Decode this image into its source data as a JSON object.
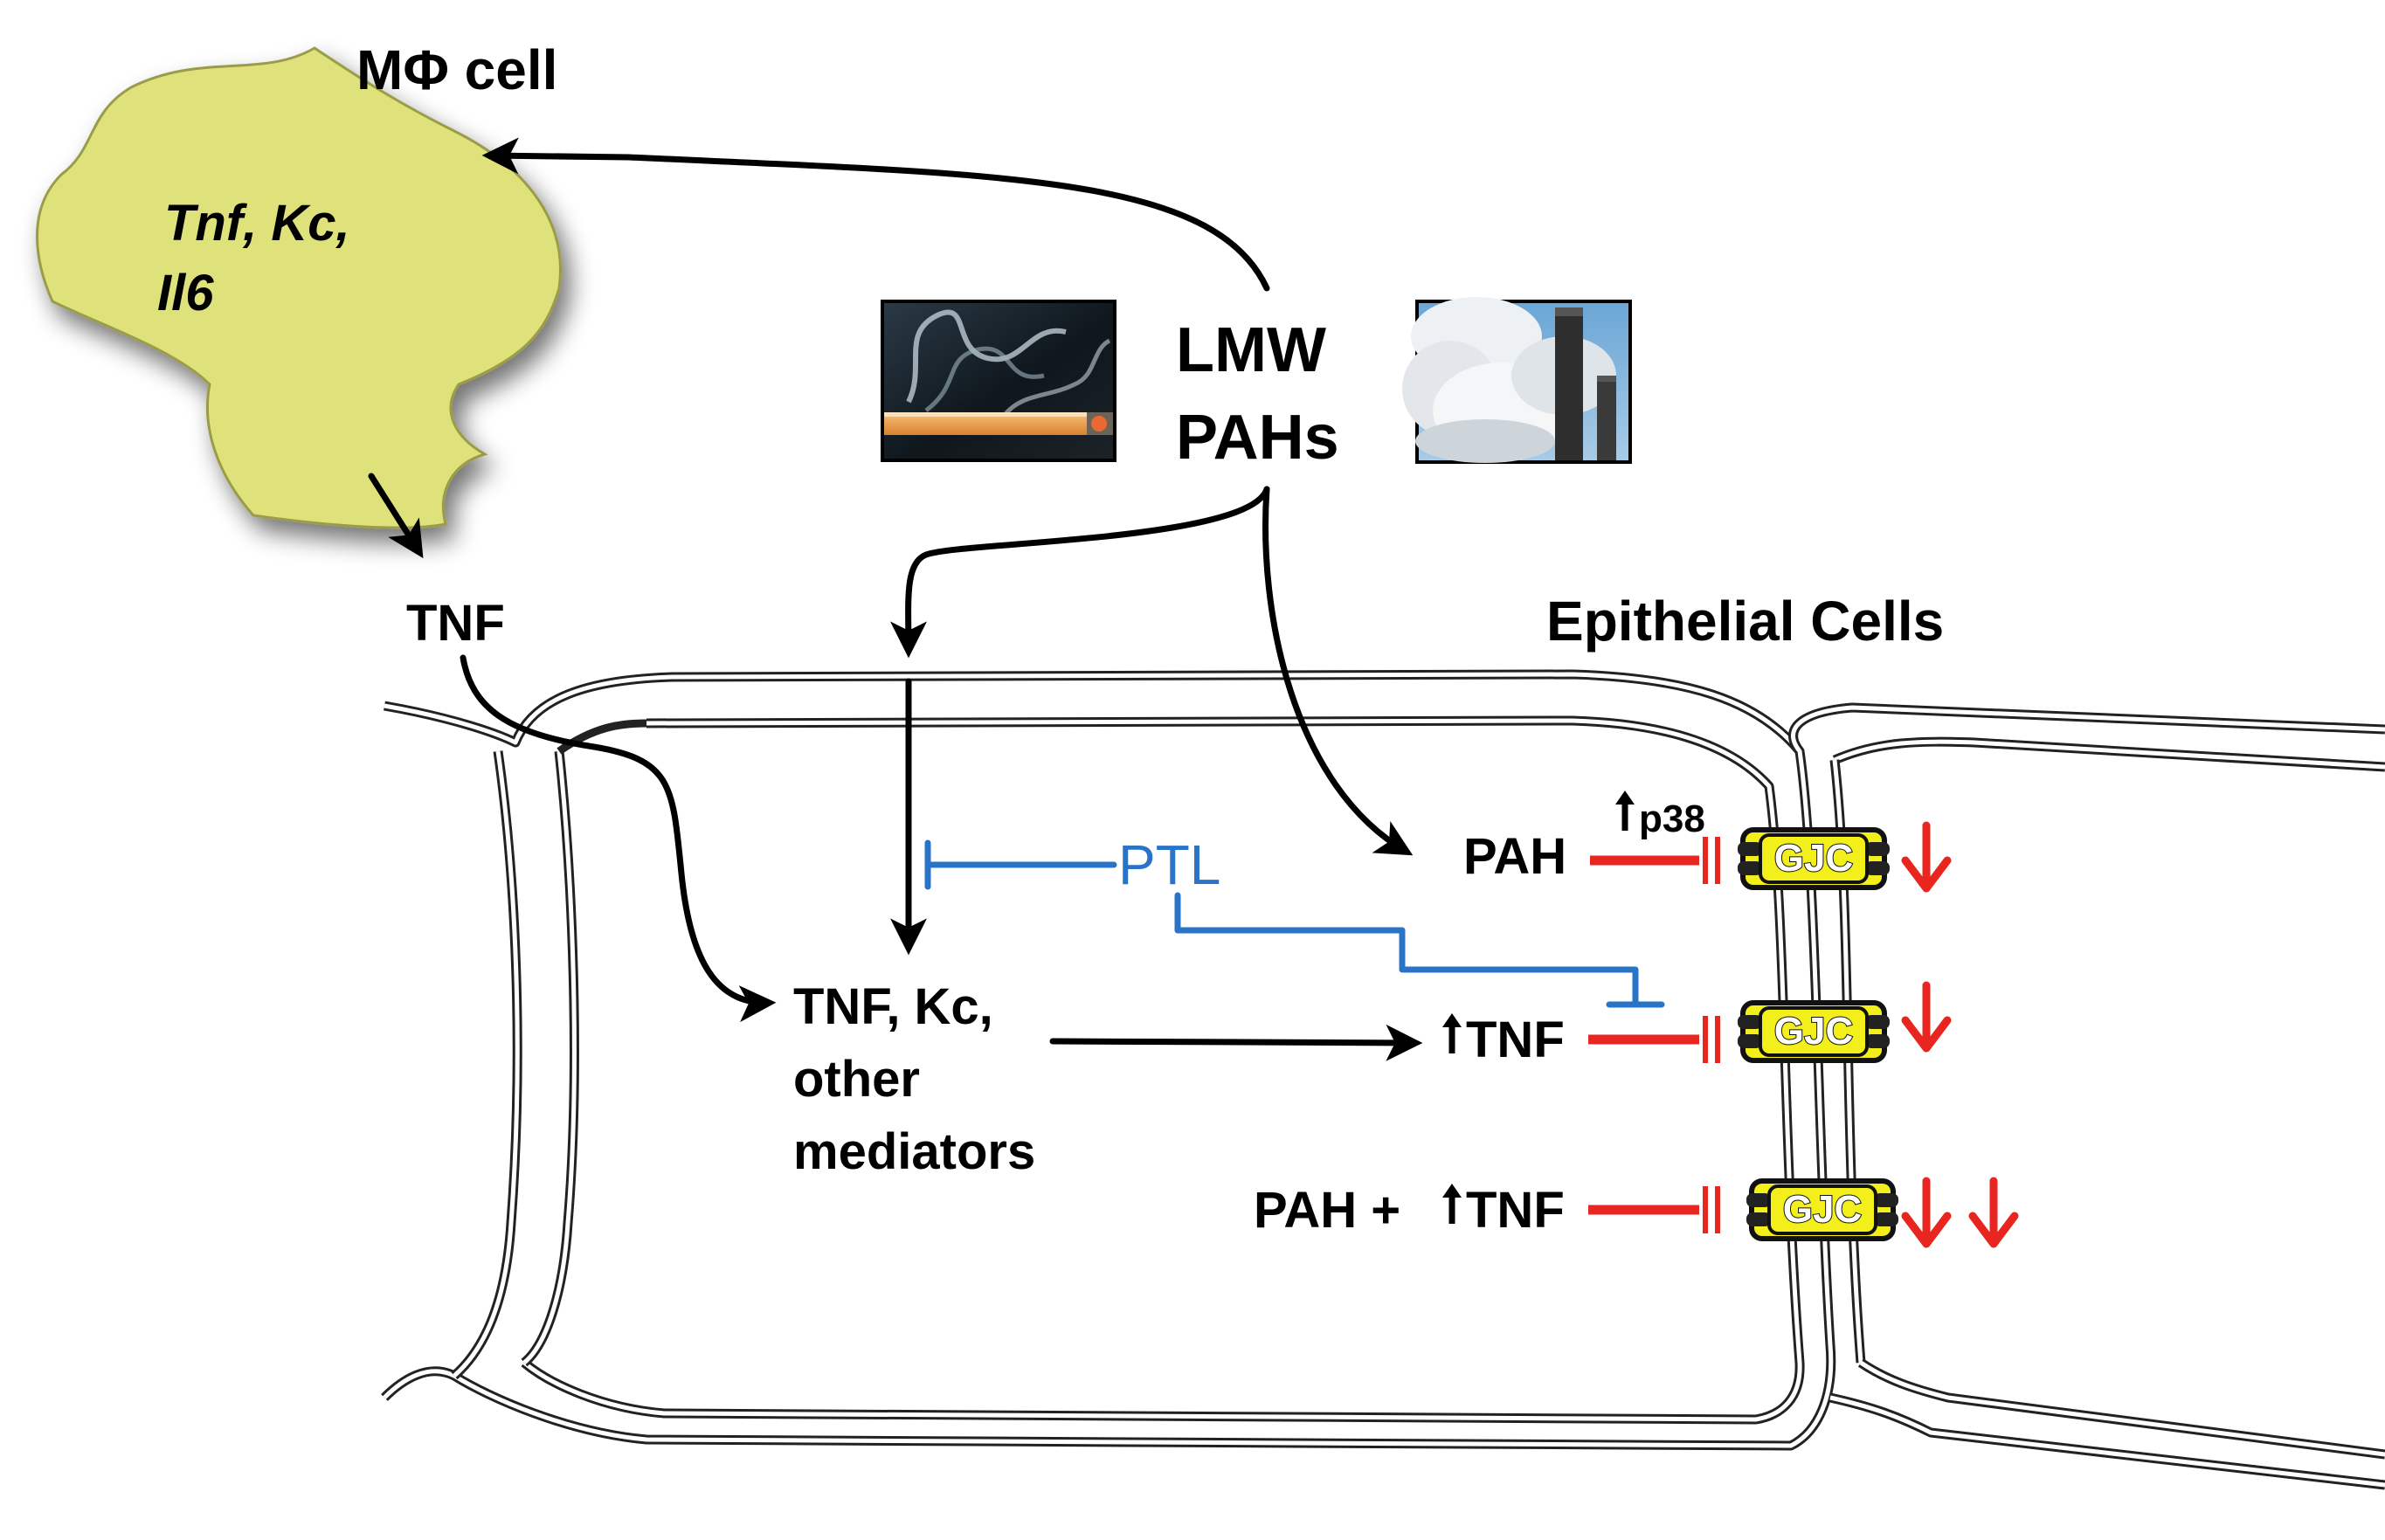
{
  "macrophage": {
    "title": "MΦ cell",
    "genes_line1": "Tnf, Kc,",
    "genes_line2": "Il6"
  },
  "secreted_tnf": "TNF",
  "source": {
    "line1": "LMW",
    "line2": "PAHs"
  },
  "photos": {
    "left": "cigarette-smoke-photo",
    "right": "smokestack-emissions-photo"
  },
  "epithelial_title": "Epithelial Cells",
  "inhibitor": "PTL",
  "mediators": {
    "line1": "TNF, Kc,",
    "line2": "other",
    "line3": "mediators"
  },
  "pathways": {
    "pah": "PAH",
    "p38": "p38",
    "tnf": "TNF",
    "combo": "PAH +",
    "combo_tnf": "TNF",
    "gjc": "GJC"
  },
  "colors": {
    "macrophage_fill": "#dfe27a",
    "inhibition_red": "#e8251f",
    "ptl_blue": "#2a74c8",
    "gjc_yellow": "#f2ef1a"
  },
  "icons": [
    "up-arrow-icon",
    "down-arrow-icon",
    "inhibit-bar-icon",
    "gap-junction-icon"
  ]
}
